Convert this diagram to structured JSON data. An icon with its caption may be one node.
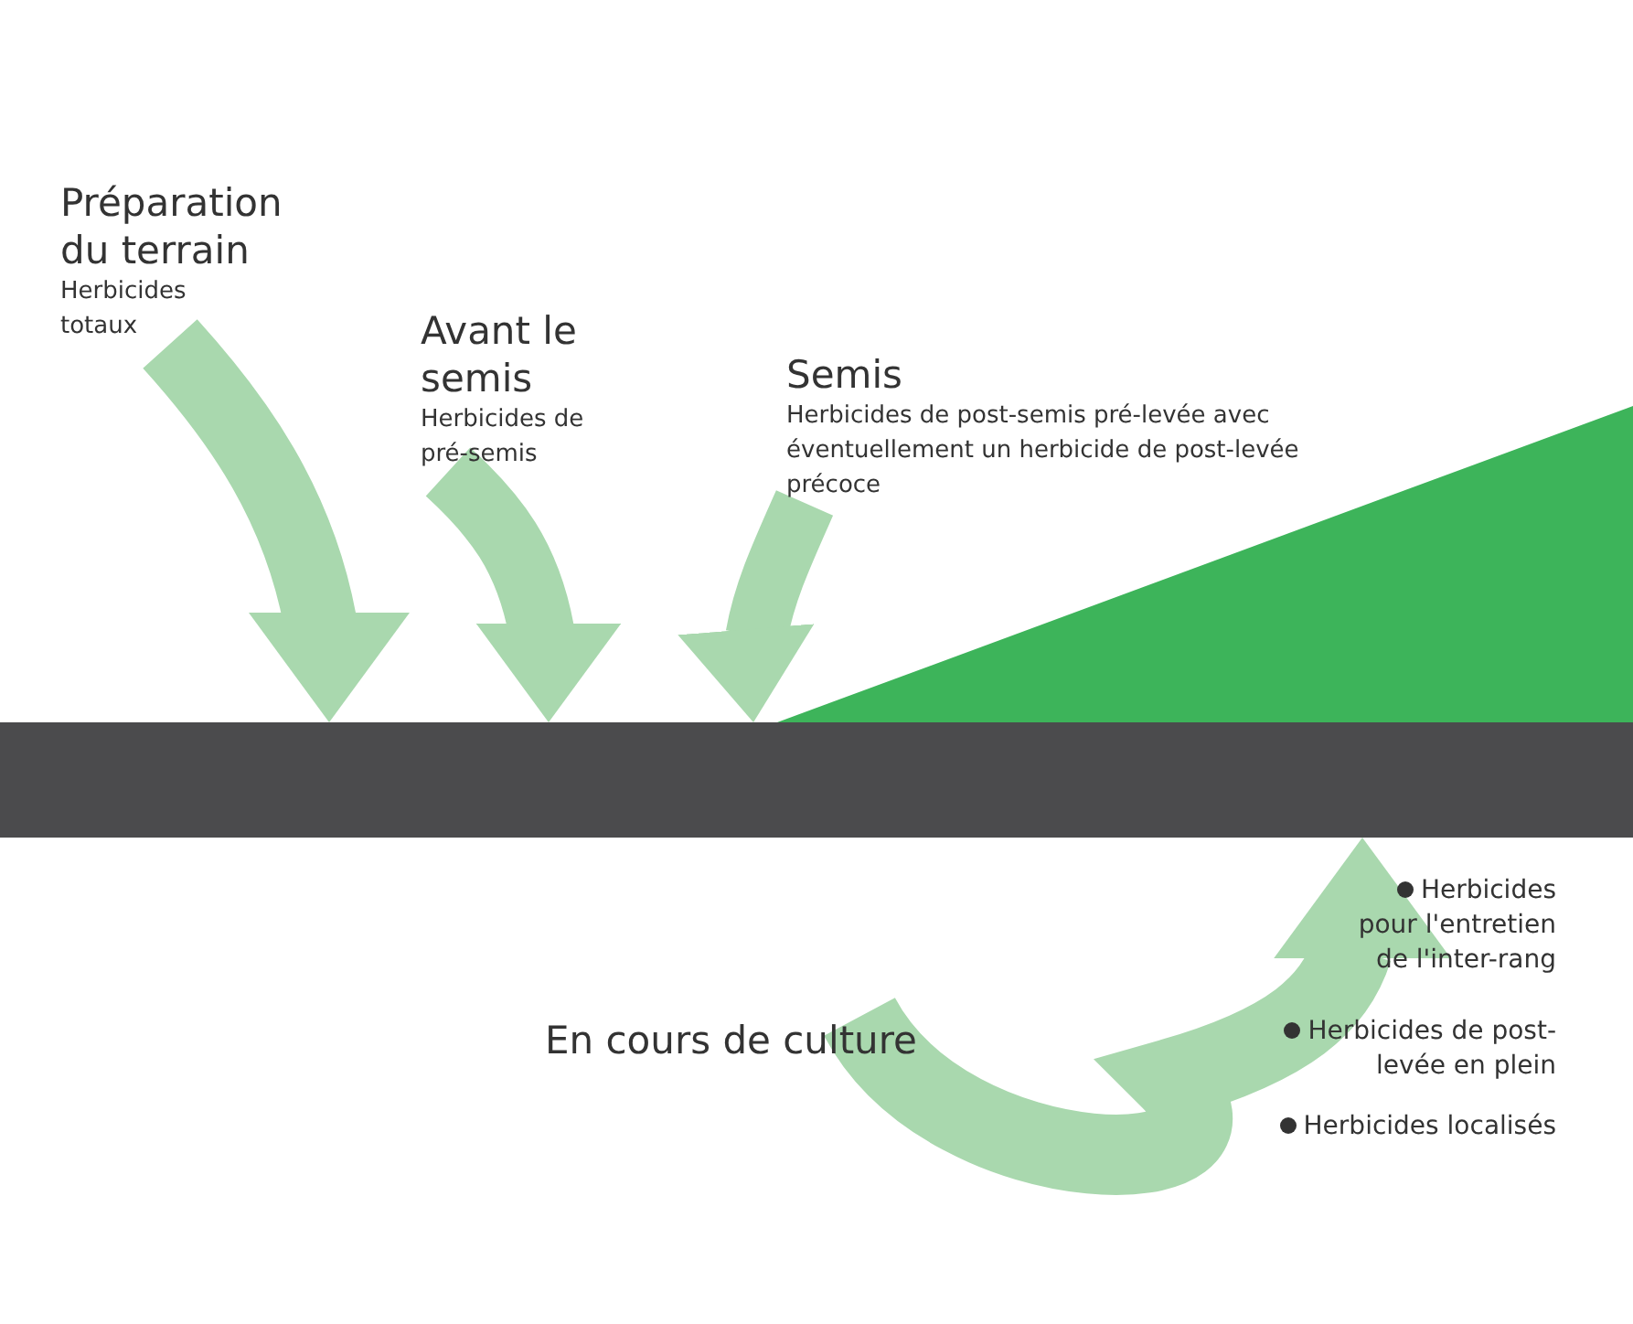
{
  "diagram": {
    "nodes": [
      {
        "text": [
          "Préparation du terrain",
          "Herbicides totaux"
        ]
      },
      {
        "text": [
          "Avant le semis",
          "Herbicides de pré-semis"
        ]
      },
      {
        "text": [
          "Semis",
          "Herbicides de post-semis pré-levée avec éventuellement un herbicide de post-levée précoce"
        ]
      },
      {
        "text": [],
        "shape": "bar"
      },
      {
        "text": [
          "En cours de culture"
        ]
      }
    ],
    "edges": [
      {
        "from": 0,
        "to": 3,
        "arrow": "to"
      },
      {
        "from": 1,
        "to": 3,
        "arrow": "to"
      },
      {
        "from": 2,
        "to": 3,
        "arrow": "to"
      },
      {
        "from": 4,
        "to": 3,
        "arrow": "to"
      }
    ],
    "labels": [
      "Herbicides pour l'entretien de l'inter-rang",
      "Herbicides de post-levée en plein",
      "Herbicides localisés"
    ]
  }
}
